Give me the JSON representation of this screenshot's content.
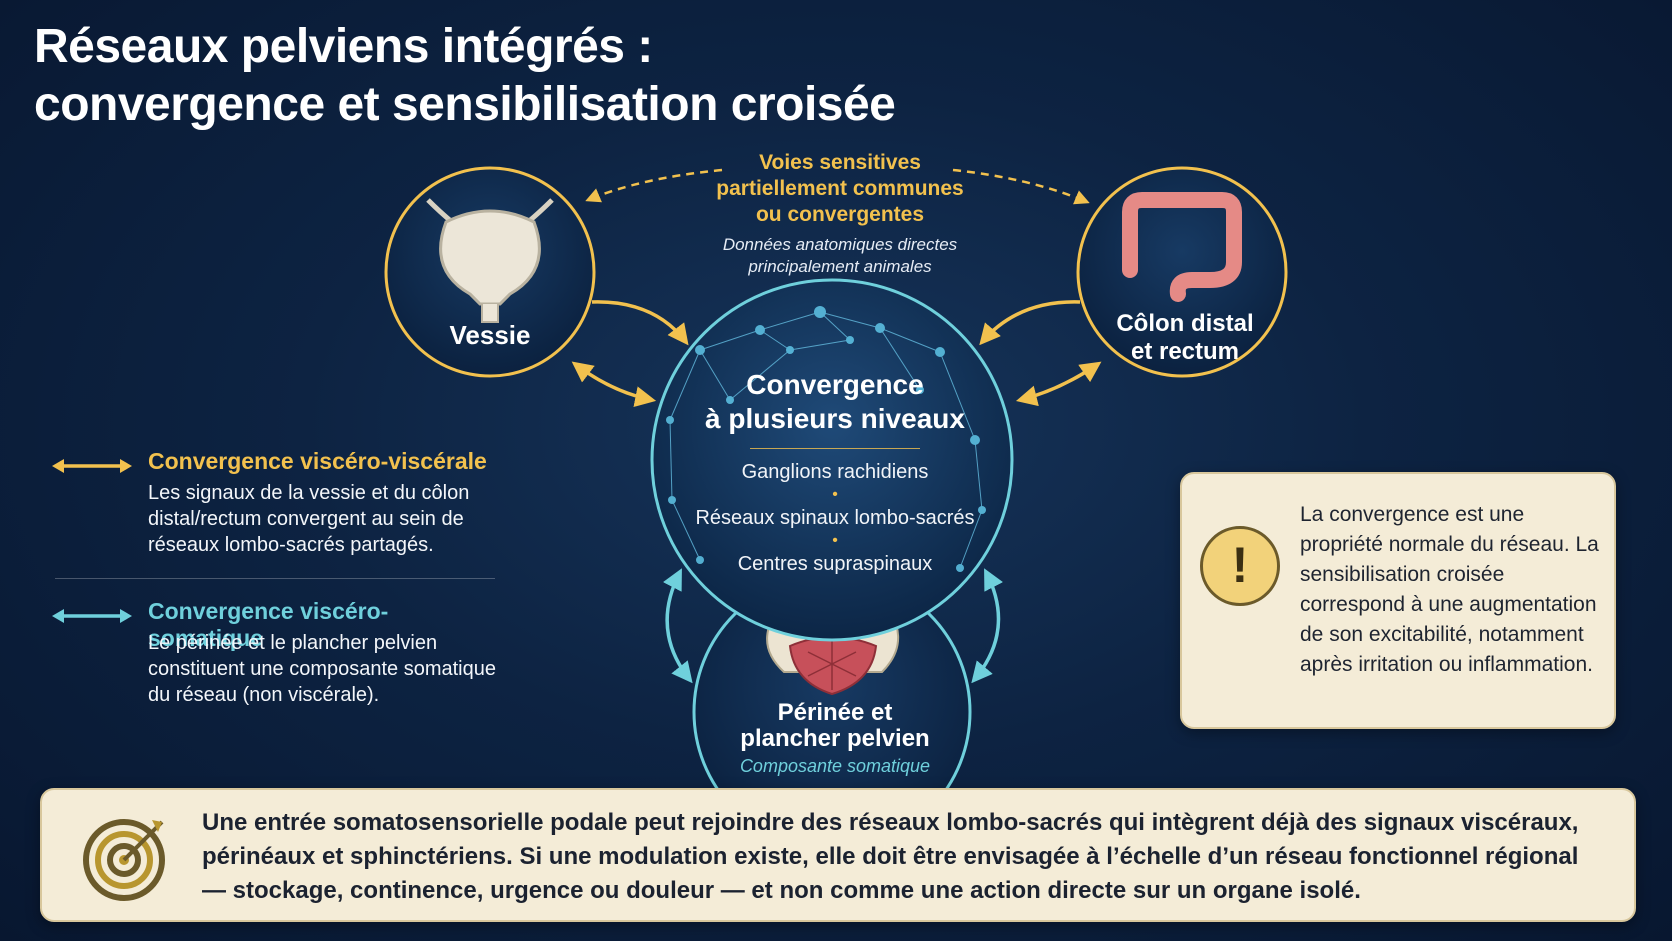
{
  "title": {
    "line1": "Réseaux pelviens intégrés :",
    "line2": "convergence et sensibilisation croisée"
  },
  "nodes": {
    "vessie": {
      "label": "Vessie"
    },
    "colon": {
      "line1": "Côlon distal",
      "line2": "et rectum"
    },
    "perinee": {
      "line1": "Périnée et",
      "line2": "plancher pelvien",
      "subtitle": "Composante somatique"
    }
  },
  "shared_pathways": {
    "line1": "Voies sensitives",
    "line2": "partiellement communes",
    "line3": "ou convergentes",
    "note_line1": "Données anatomiques directes",
    "note_line2": "principalement animales"
  },
  "center": {
    "title_line1": "Convergence",
    "title_line2": "à plusieurs niveaux",
    "levels": [
      "Ganglions rachidiens",
      "Réseaux spinaux lombo-sacrés",
      "Centres supraspinaux"
    ],
    "separator": "•"
  },
  "legend": {
    "visceral": {
      "title": "Convergence viscéro-viscérale",
      "description": "Les signaux de la vessie et du côlon distal/rectum convergent au sein de réseaux lombo-sacrés partagés.",
      "color": "#f2c14e"
    },
    "somatic": {
      "title": "Convergence viscéro-somatique",
      "description": "Le périnée et le plancher pelvien constituent une composante somatique du réseau (non viscérale).",
      "color": "#6fd0dc"
    }
  },
  "note": {
    "icon": "exclamation-icon",
    "symbol": "!",
    "text": "La convergence est une propriété normale du réseau. La sensibilisation croisée correspond à une augmentation de son excitabilité, notamment après irritation ou inflammation."
  },
  "bottom": {
    "icon": "target-icon",
    "text": "Une entrée somatosensorielle podale peut rejoindre des réseaux lombo-sacrés qui intègrent déjà des signaux viscéraux, périnéaux et sphinctériens. Si une modulation existe, elle doit être envisagée à l’échelle d’un réseau fonctionnel régional — stockage, continence, urgence ou douleur — et non comme une action directe sur un organe isolé."
  },
  "colors": {
    "background": "#0d2342",
    "gold": "#f2c14e",
    "teal": "#6fd0dc",
    "panel": "#f4ecd7"
  }
}
